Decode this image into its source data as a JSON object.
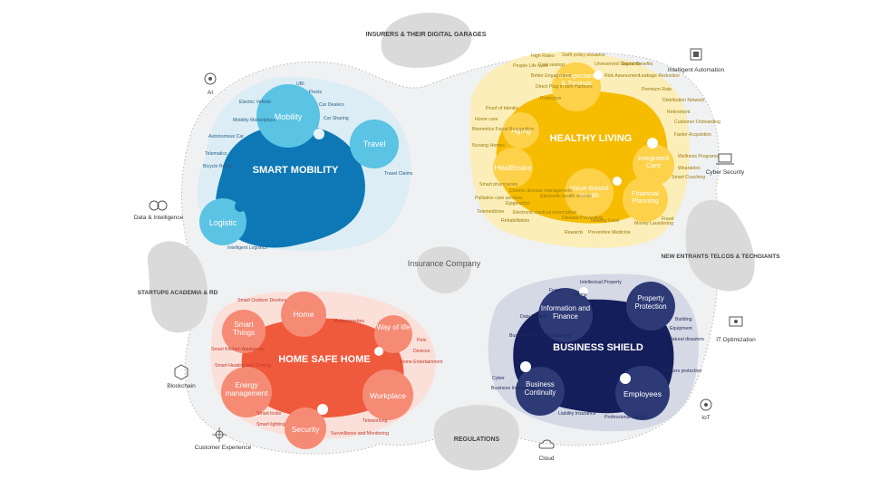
{
  "center": {
    "label": "Insurance Company"
  },
  "external": {
    "insurers": "INSURERS & THEIR DIGITAL GARAGES",
    "startups": "STARTUPS ACADEMIA & RD",
    "new_entrants": "NEW ENTRANTS TELCOS & TECHGIANTS",
    "regulations": "REGULATIONS"
  },
  "technologies": {
    "ai": "AI",
    "intelligent_automation": "Intelligent Automation",
    "data_intelligence": "Data & Intelligence",
    "cyber_security": "Cyber Security",
    "blockchain": "Blockchain",
    "it_optimization": "IT Optimization",
    "iot": "IoT",
    "customer_experience": "Customer Experience",
    "cloud": "Cloud"
  },
  "mobility": {
    "title": "SMART MOBILITY",
    "bubbles": {
      "mobility": "Mobility",
      "travel": "Travel",
      "logistic": "Logistic"
    },
    "items": {
      "ubi": "UBI",
      "fleets": "Fleets",
      "electric_vehicle": "Electric Vehicle",
      "car_dealers": "Car Dealers",
      "mobility_marketplace": "Mobility Marketplace",
      "car_sharing": "Car Sharing",
      "autonomous_car": "Autonomous Car",
      "telematics": "Telematics",
      "bicycle_rental": "Bicycle Rental",
      "travel_claims": "Travel Claims",
      "intelligent_logistics": "Intelligent Logistics"
    }
  },
  "living": {
    "title": "HEALTHY LIVING",
    "bubbles": {
      "life": "Life Expectancy & Savings",
      "aging": "Aging",
      "healthcare": "Healthcare",
      "value_based": "Value-Based Health",
      "integrated": "Integrated Care",
      "financial": "Financial Planning"
    },
    "items": {
      "high_rates": "High Rates",
      "swift_policy": "Swift policy issuance",
      "people_life_cycle": "People Life cycle",
      "cost_savings": "Cost savings",
      "better_engagement": "Better Engagement",
      "unreserved_segments": "Unreserved Segments",
      "social_benefits": "Social Benefits",
      "risk_assessment": "Risk Assessment",
      "leakage_reduction": "Leakage Reduction",
      "direct_plug": "Direct Plug in with Partners",
      "protection": "Protection",
      "premium_rate": "Premium Rate",
      "proof_of_identity": "Proof of Identity",
      "home_care": "Home care",
      "biometrics": "Biometrics Facial Recognition",
      "nursing_homes": "Nursing Homes",
      "distribution_network": "Distribution Network",
      "retirement": "Retirement",
      "customer_onboarding": "Customer Onboarding",
      "faster_acquisition": "Faster Acquisition",
      "wellness_programs": "Wellness Programs",
      "wearables": "Wearables",
      "smart_coaching": "Smart Coaching",
      "smart_pharmacies": "Smart pharmacies",
      "chronic_disease": "Chronic disease management",
      "palliative": "Palliative care services",
      "epigenetics": "Epigenetics",
      "electronic_health": "Electronic health records",
      "telemedicine": "Telemedicine",
      "electronic_medical": "Electronic medical prescription",
      "rehabilitation": "Rehabilitation",
      "disease_prevention": "Disease Prevention",
      "healthy_food": "Healthy Food",
      "fraud": "Fraud",
      "money_laundering": "Money Laundering",
      "rewards": "Rewards",
      "preventive_medicine": "Preventive Medicine"
    }
  },
  "home": {
    "title": "HOME SAFE HOME",
    "bubbles": {
      "smart_things": "Smart Things",
      "home": "Home",
      "way_of_life": "Way of life",
      "energy": "Energy management",
      "workplace": "Workplace",
      "security": "Security"
    },
    "items": {
      "smart_outdoor": "Smart Outdoor Devices",
      "multiproperties": "Multiproperties",
      "pets": "Pets",
      "devices": "Devices",
      "home_entertainment": "Home Entertainment",
      "smart_kitchen": "Smart Kitchen Appliances",
      "smart_heating": "Smart Heating and Cooling",
      "smart_locks": "Smart locks",
      "smart_lighting": "Smart lighting",
      "teleworking": "Teleworking",
      "surveillance": "Surveillance and Monitoring"
    }
  },
  "business": {
    "title": "BUSINESS SHIELD",
    "bubbles": {
      "information": "Information and Finance",
      "property": "Property Protection",
      "continuity": "Business Continuity",
      "employees": "Employees"
    },
    "items": {
      "fraud": "Fraud",
      "crime": "Crime",
      "intellectual": "Intellectual Property",
      "data_breach": "Data Breach",
      "business_risk": "Business Risk Robo-Advising",
      "building": "Building",
      "equipment": "Equipment",
      "natural": "Natural disasters",
      "workers": "Workers protection",
      "cyber": "Cyber",
      "interruption": "Business Interruption",
      "liability": "Liability Insurance",
      "professional": "Professional Liability"
    }
  },
  "colors": {
    "mobility": "#0d78b5",
    "mobility_light": "#5bc3e3",
    "mobility_halo": "#dcedf5",
    "living": "#f6bc00",
    "living_light": "#fdd14a",
    "living_halo": "#fbeeb8",
    "home": "#f05a3c",
    "home_light": "#f58b75",
    "home_halo": "#fbe0da",
    "business": "#141e5a",
    "business_light": "#2d3a76",
    "business_halo": "#d5d9e5",
    "gray": "#dadada",
    "background_blob": "#f0f1f2"
  }
}
